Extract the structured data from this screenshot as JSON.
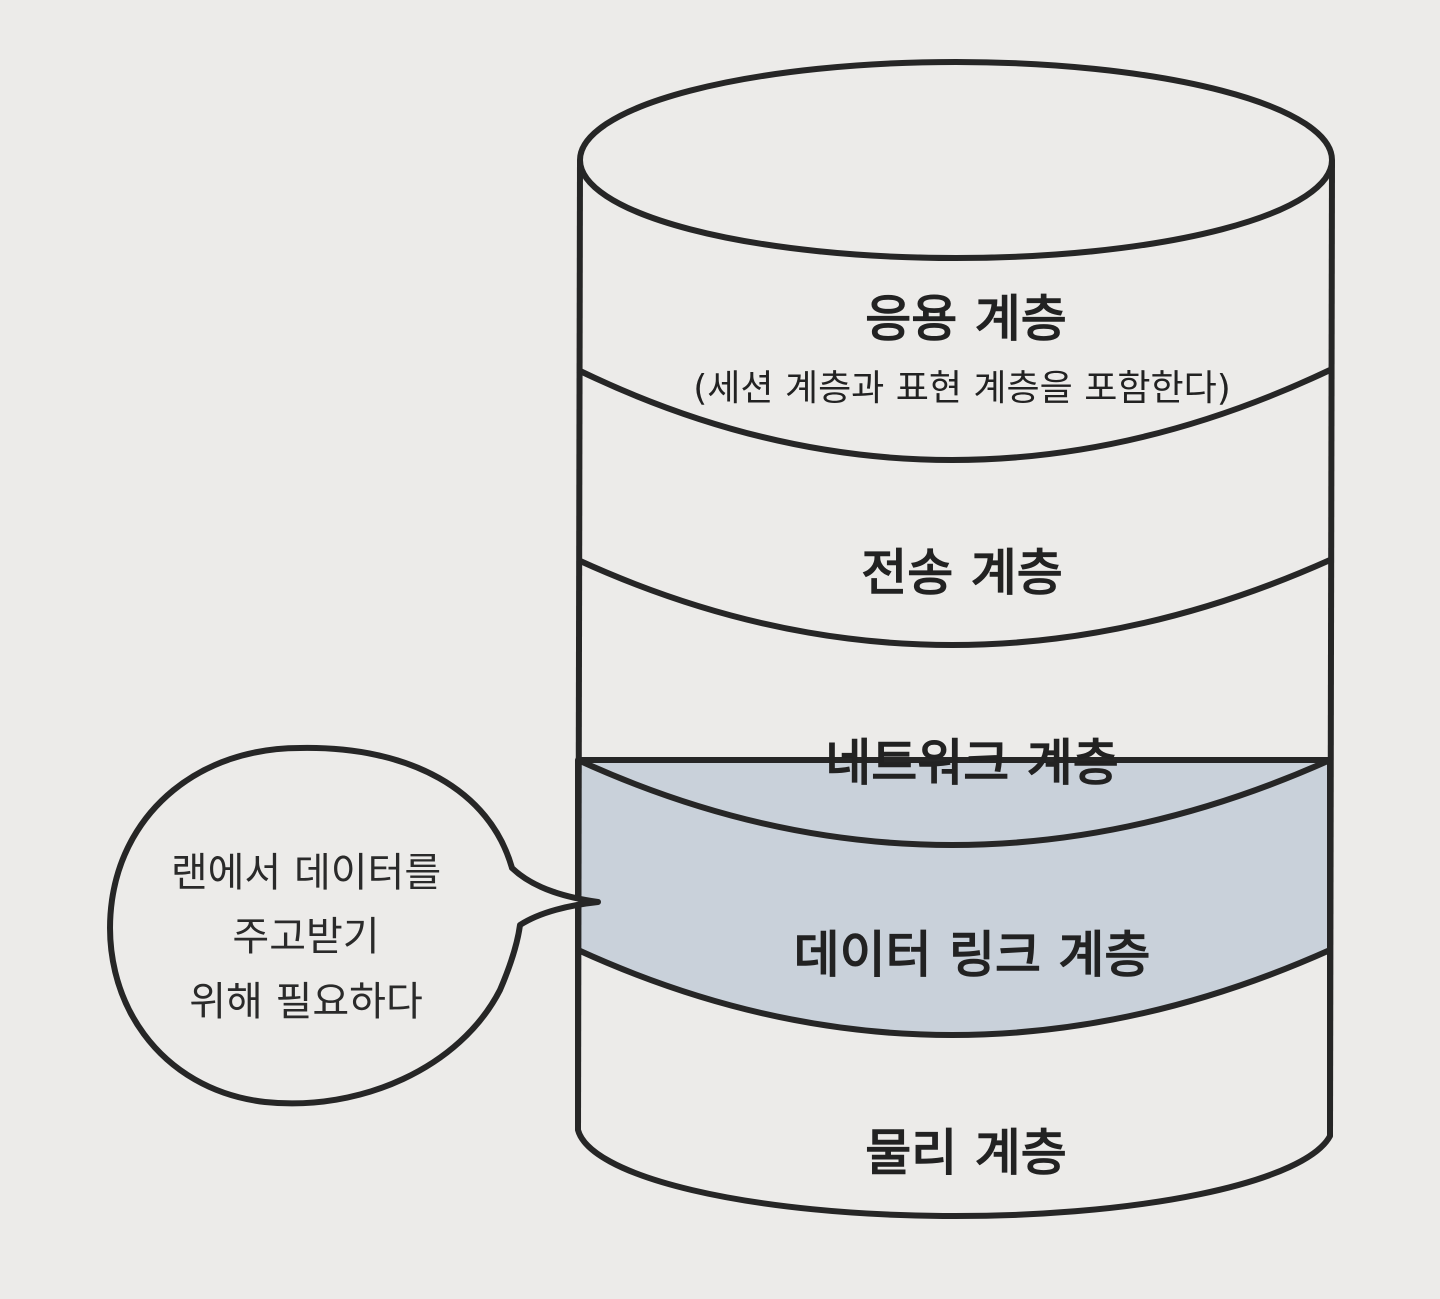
{
  "diagram": {
    "layers": [
      {
        "label": "응용 계층",
        "sublabel": "(세션 계층과 표현 계층을 포함한다)"
      },
      {
        "label": "전송 계층"
      },
      {
        "label": "네트워크 계층"
      },
      {
        "label": "데이터 링크 계층"
      },
      {
        "label": "물리 계층"
      }
    ],
    "highlighted_layer": "데이터 링크 계층",
    "callout": {
      "lines": [
        "랜에서 데이터를",
        "주고받기",
        "위해 필요하다"
      ]
    }
  },
  "colors": {
    "background": "#ecebe9",
    "layer_fill": "#ecebe9",
    "highlight_fill": "#c9d1da",
    "stroke": "#262626",
    "text": "#222222"
  }
}
